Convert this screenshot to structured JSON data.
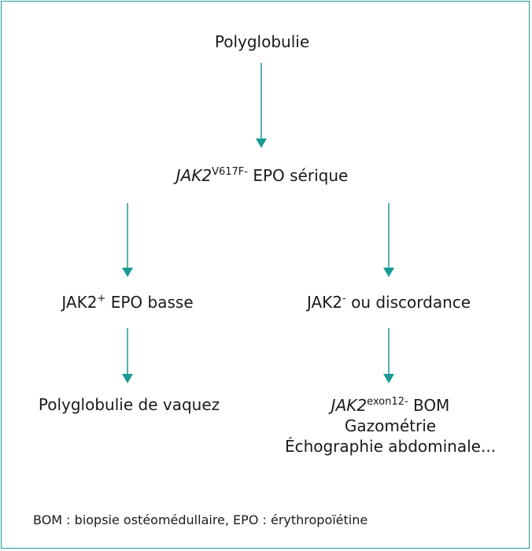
{
  "nodes": {
    "root": "Polyglobulie",
    "test": {
      "gene": "JAK2",
      "sup": "V617F-",
      "rest": " EPO sérique"
    },
    "left": {
      "text": "JAK2",
      "sup": "+",
      "rest": " EPO basse"
    },
    "right": {
      "text": "JAK2",
      "sup": "-",
      "rest": " ou discordance"
    },
    "left_result": "Polyglobulie de vaquez",
    "right_result": {
      "gene": "JAK2",
      "sup": "exon12-",
      "rest": " BOM",
      "line2": "Gazométrie",
      "line3": "Échographie abdominale..."
    }
  },
  "footnote": "BOM : biopsie ostéomédullaire, EPO : érythropoïétine",
  "colors": {
    "arrow": "#1a9a93",
    "border": "#1a9a93",
    "text": "#1a1a1a"
  }
}
